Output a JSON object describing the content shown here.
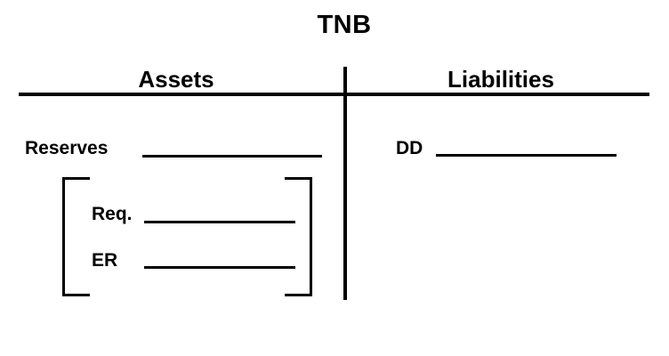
{
  "diagram": {
    "title": "TNB",
    "columns": {
      "left_header": "Assets",
      "right_header": "Liabilities"
    },
    "assets": {
      "reserves_label": "Reserves",
      "bracket_items": {
        "req_label": "Req.",
        "er_label": "ER"
      }
    },
    "liabilities": {
      "dd_label": "DD"
    },
    "colors": {
      "ink": "#000000",
      "background": "#ffffff"
    }
  }
}
